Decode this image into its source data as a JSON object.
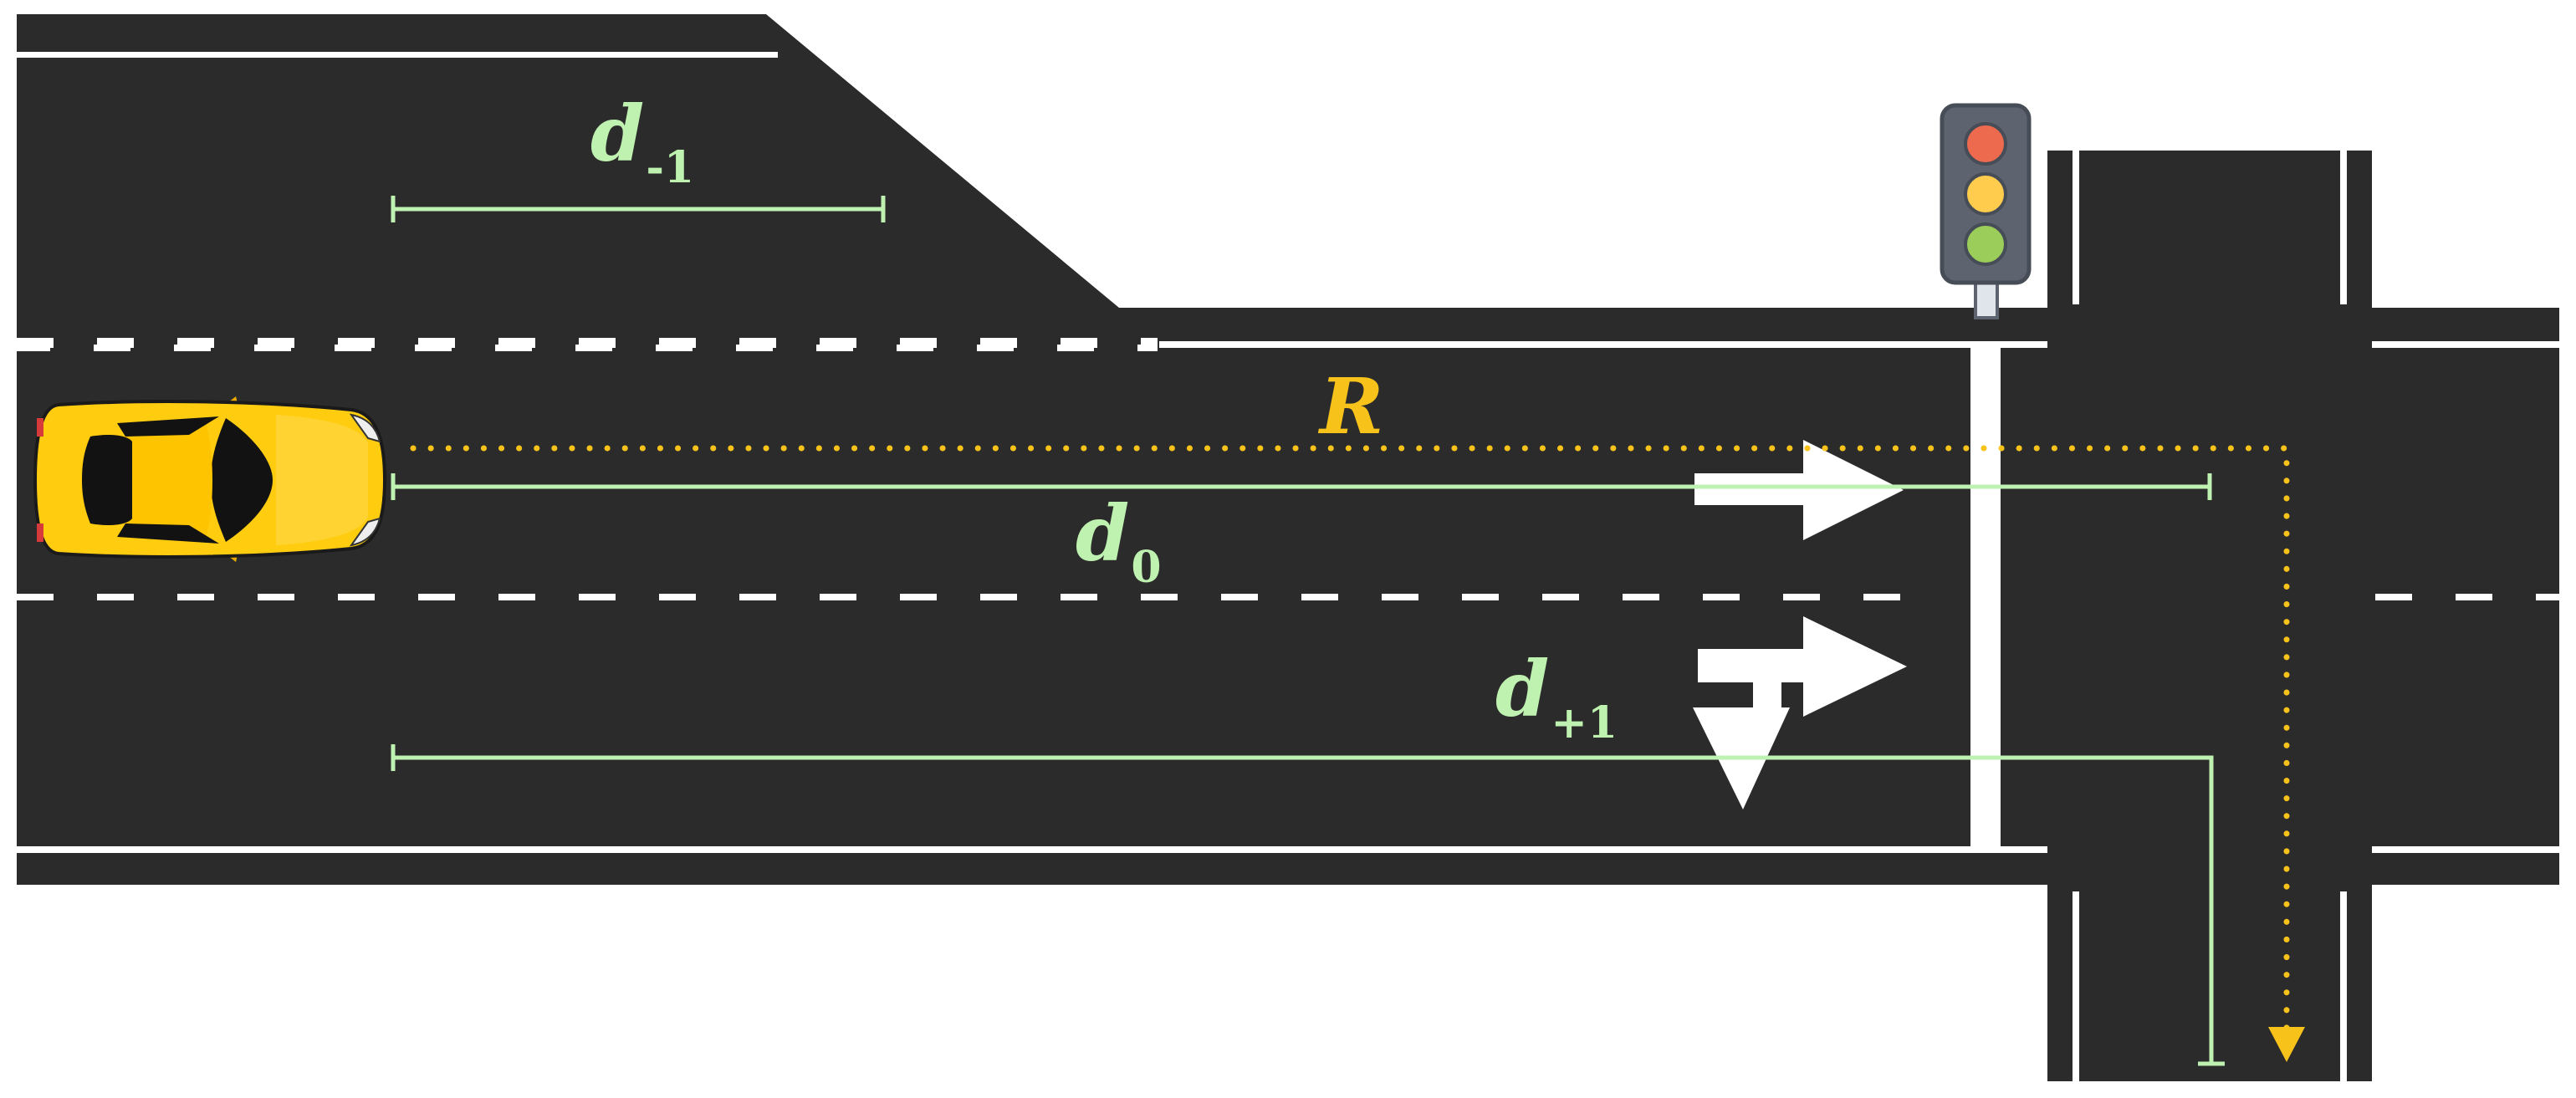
{
  "labels": {
    "d_minus": {
      "main": "d",
      "sub": "-1"
    },
    "d_zero": {
      "main": "d",
      "sub": "0"
    },
    "d_plus": {
      "main": "d",
      "sub": "+1"
    },
    "route": "R"
  },
  "colors": {
    "road": "#2b2b2b",
    "marking": "#ffffff",
    "measure": "#bff2b0",
    "route": "#f7c21a",
    "car_body": "#ffcc0f",
    "light_housing": "#5d6470",
    "light_red": "#ee6a4e",
    "light_yellow": "#ffcc4d",
    "light_green": "#9acd5a"
  },
  "icons": [
    "car-icon",
    "traffic-light-icon",
    "straight-arrow-icon",
    "straight-right-turn-arrow-icon"
  ]
}
